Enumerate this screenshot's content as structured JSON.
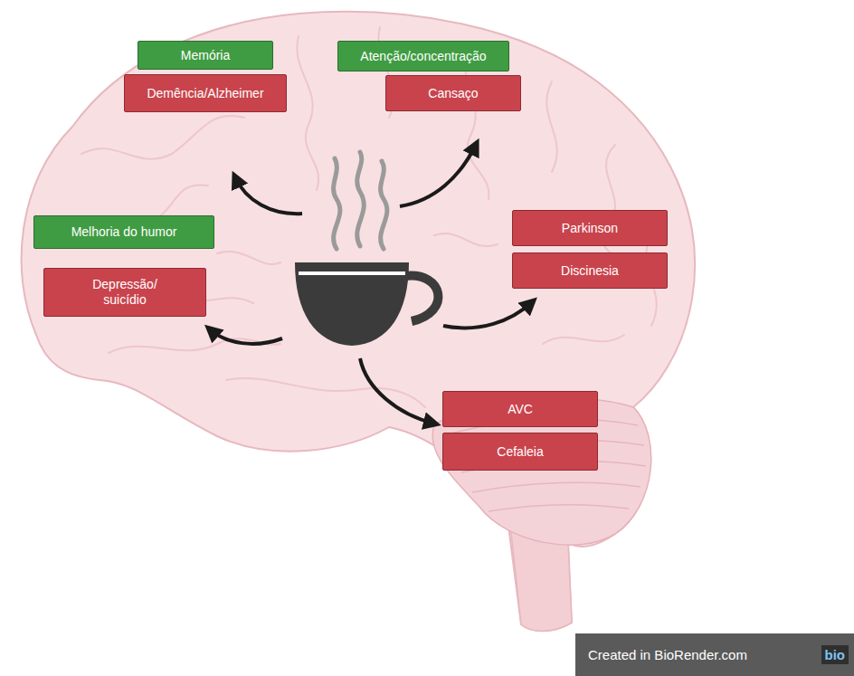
{
  "diagram": {
    "nodes": [
      {
        "text": [
          "Memória"
        ]
      },
      {
        "text": [
          "Demência/Alzheimer"
        ]
      },
      {
        "text": [
          "Atenção/concentração"
        ]
      },
      {
        "text": [
          "Cansaço"
        ]
      },
      {
        "text": [
          "Melhoria do humor"
        ]
      },
      {
        "text": [
          "Depressão/ suicídio"
        ]
      },
      {
        "text": [
          "Parkinson"
        ]
      },
      {
        "text": [
          "Discinesia"
        ]
      },
      {
        "text": [
          "AVC"
        ]
      },
      {
        "text": [
          "Cefaleia"
        ]
      }
    ],
    "labels": [
      "Created in BioRender.com",
      "bio"
    ]
  }
}
